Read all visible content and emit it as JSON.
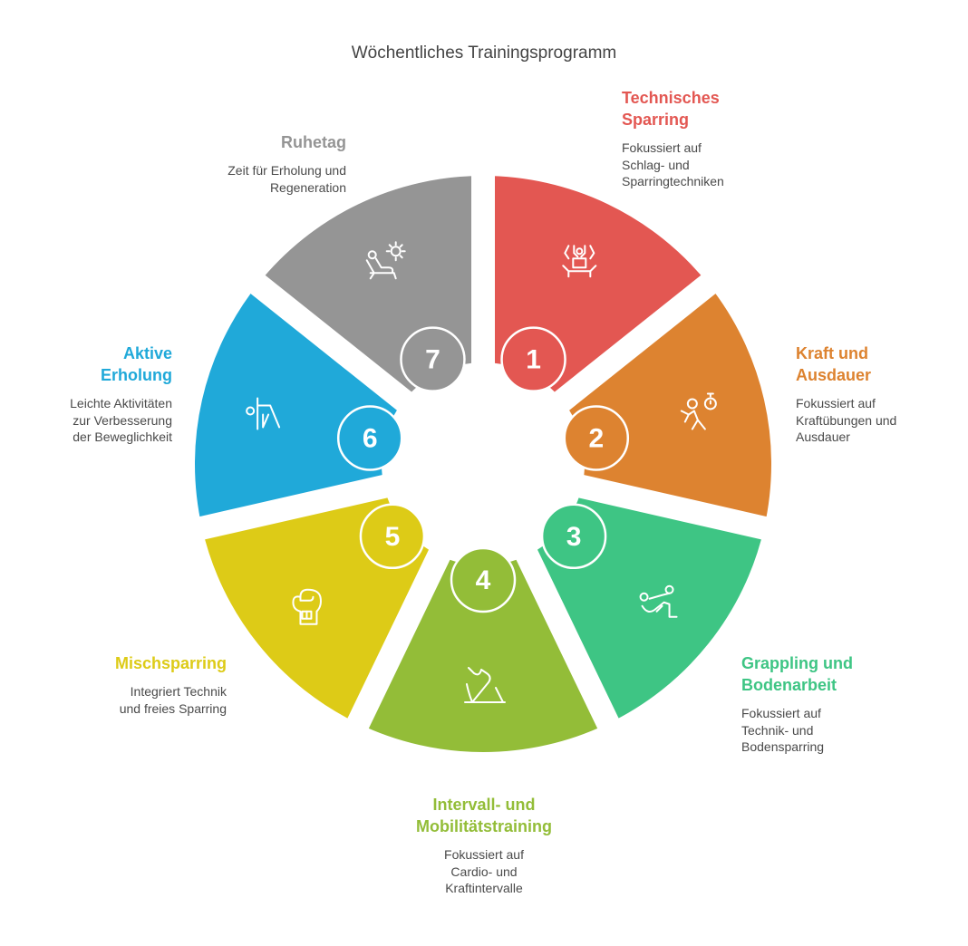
{
  "title": "Wöchentliches Trainingsprogramm",
  "segments": [
    {
      "number": "1",
      "label": "Technisches\nSparring",
      "description": "Fokussiert auf\nSchlag- und\nSparringtechniken",
      "color": "#E35752",
      "icon": "sparring-icon"
    },
    {
      "number": "2",
      "label": "Kraft und\nAusdauer",
      "description": "Fokussiert auf\nKraftübungen und\nAusdauer",
      "color": "#DD8330",
      "icon": "runner-stopwatch-icon"
    },
    {
      "number": "3",
      "label": "Grappling und\nBodenarbeit",
      "description": "Fokussiert auf\nTechnik- und\nBodensparring",
      "color": "#3EC584",
      "icon": "grappling-icon"
    },
    {
      "number": "4",
      "label": "Intervall- und\nMobilitätstraining",
      "description": "Fokussiert auf\nCardio- und\nKraftintervalle",
      "color": "#93BD38",
      "icon": "sneaker-icon"
    },
    {
      "number": "5",
      "label": "Mischsparring",
      "description": "Integriert Technik\nund freies Sparring",
      "color": "#DDCB17",
      "icon": "boxing-glove-icon"
    },
    {
      "number": "6",
      "label": "Aktive\nErholung",
      "description": "Leichte Aktivitäten\nzur Verbesserung\nder Beweglichkeit",
      "color": "#20A9D9",
      "icon": "yoga-stretch-icon"
    },
    {
      "number": "7",
      "label": "Ruhetag",
      "description": "Zeit für Erholung und\nRegeneration",
      "color": "#959595",
      "icon": "relax-sun-icon"
    }
  ]
}
